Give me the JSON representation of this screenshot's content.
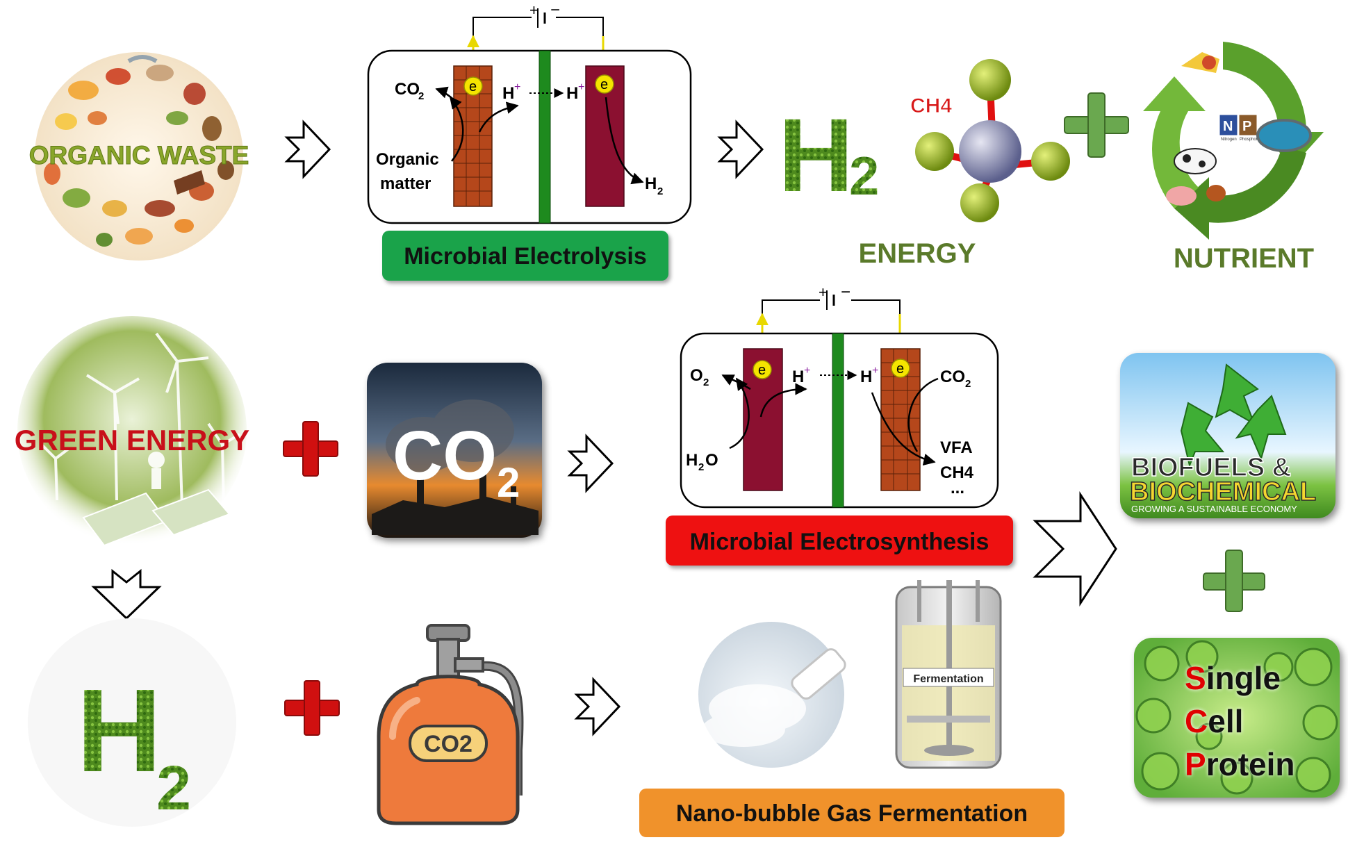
{
  "labels": {
    "microbial_electrolysis": "Microbial Electrolysis",
    "microbial_electrosynthesis": "Microbial Electrosynthesis",
    "nanobubble": "Nano-bubble Gas Fermentation",
    "energy": "ENERGY",
    "nutrient": "NUTRIENT",
    "organic_waste": "ORGANIC WASTE",
    "green_energy": "GREEN ENERGY",
    "co2_big": "CO",
    "co2_big_sub": "2",
    "co2_tank": "CO2",
    "h2_main": "H",
    "h2_sub": "2",
    "ch4_tag": "CH4",
    "fermentation": "Fermentation",
    "biofuels_line1": "BIOFUELS &",
    "biofuels_line2": "BIOCHEMICAL",
    "biofuels_line3": "GROWING A SUSTAINABLE ECONOMY",
    "npk_n": "N",
    "npk_p": "P",
    "npk_n_small": "Nitrogen",
    "npk_p_small": "Phosphorus",
    "scp": [
      {
        "first": "S",
        "rest": "ingle"
      },
      {
        "first": "C",
        "rest": "ell"
      },
      {
        "first": "P",
        "rest": "rotein"
      }
    ]
  },
  "mec": {
    "co2": "CO",
    "co2_sub": "2",
    "organic1": "Organic",
    "organic2": "matter",
    "h_plus": "H",
    "plus": "+",
    "e_minus": "e",
    "minus": "−",
    "h2": "H",
    "h2_sub": "2"
  },
  "mes": {
    "o2": "O",
    "o2_sub": "2",
    "h2o": "H",
    "h2o_sub": "2",
    "h2o_o": "O",
    "co2": "CO",
    "co2_sub": "2",
    "vfa": "VFA",
    "ch4": "CH4",
    "dots": "..."
  },
  "colors": {
    "green_box": "#1aa34a",
    "red_box": "#ee1111",
    "orange_box": "#f0922b",
    "section_green": "#5a7a2a",
    "anode_brown": "#b5471b",
    "cathode_red": "#8b1030",
    "membrane_green": "#1e8a1e",
    "plus_red": "#d01010",
    "plus_green": "#6aa84f"
  }
}
